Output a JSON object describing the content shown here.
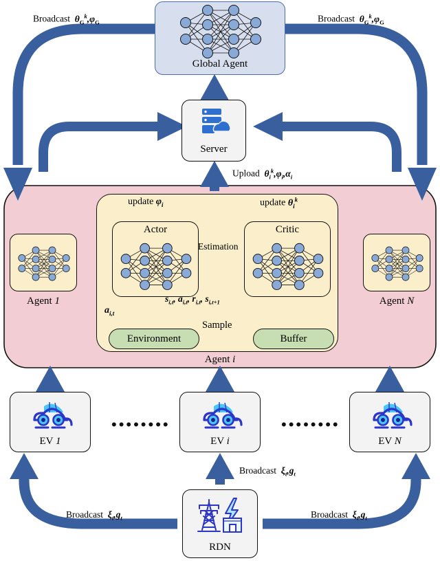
{
  "diagram": {
    "title": "Hierarchical Federated Multi-Agent Reinforcement Learning for EV Charging",
    "colors": {
      "arrow_blue": "#3a5f9e",
      "thin_arrow_blue": "#3b66b0",
      "pink_band": "#f2cdd4",
      "cream": "#fbefcb",
      "green_pill": "#c7ddb2",
      "global_agent_fill": "#d7dfee",
      "node_blue": "#89a9d6",
      "ev_icon_blue": "#2b35c8",
      "ev_icon_cyan": "#49c6f5"
    }
  },
  "global_agent": {
    "label": "Global Agent",
    "network": {
      "layers": [
        2,
        4,
        4,
        2
      ]
    }
  },
  "server": {
    "label": "Server",
    "icon": "server-cloud-icon"
  },
  "broadcast_top_left": {
    "prefix": "Broadcast",
    "symbols": "θ_G^k, φ_G"
  },
  "broadcast_top_right": {
    "prefix": "Broadcast",
    "symbols": "θ_G^k, φ_G"
  },
  "upload": {
    "prefix": "Upload",
    "symbols": "θ_i^k, φ_i, α_i"
  },
  "agents": {
    "left": {
      "label_prefix": "Agent",
      "label_index": "1",
      "network": {
        "layers": [
          2,
          4,
          4,
          2
        ]
      }
    },
    "right": {
      "label_prefix": "Agent",
      "label_index": "N",
      "network": {
        "layers": [
          2,
          4,
          4,
          2
        ]
      }
    },
    "center": {
      "label_prefix": "Agent",
      "label_index": "i"
    }
  },
  "actor_critic": {
    "actor": {
      "label": "Actor",
      "update_prefix": "update",
      "update_symbol": "φ_i",
      "network": {
        "layers": [
          2,
          4,
          4,
          2
        ]
      }
    },
    "critic": {
      "label": "Critic",
      "update_prefix": "update",
      "update_symbol": "θ_i^k",
      "network": {
        "layers": [
          2,
          4,
          4,
          2
        ]
      }
    },
    "estimation_label": "Estimation",
    "action_symbol": "a_{i,t}",
    "transition_symbols": "s_{i,t}, a_{i,t}, r_{i,t}, s_{i,t+1}",
    "environment_label": "Environment",
    "buffer_label": "Buffer",
    "sample_label": "Sample"
  },
  "evs": [
    {
      "label_prefix": "EV",
      "label_index": "1",
      "icon": "electric-car-icon"
    },
    {
      "label_prefix": "EV",
      "label_index": "i",
      "icon": "electric-car-icon"
    },
    {
      "label_prefix": "EV",
      "label_index": "N",
      "icon": "electric-car-icon"
    }
  ],
  "ellipsis": {
    "glyph": "••••••••"
  },
  "rdn": {
    "label": "RDN",
    "icon": "power-grid-icon"
  },
  "broadcast_rdn_left": {
    "prefix": "Broadcast",
    "symbols": "ξ_t, g_t"
  },
  "broadcast_rdn_mid": {
    "prefix": "Broadcast",
    "symbols": "ξ_t, g_t"
  },
  "broadcast_rdn_right": {
    "prefix": "Broadcast",
    "symbols": "ξ_t, g_t"
  }
}
